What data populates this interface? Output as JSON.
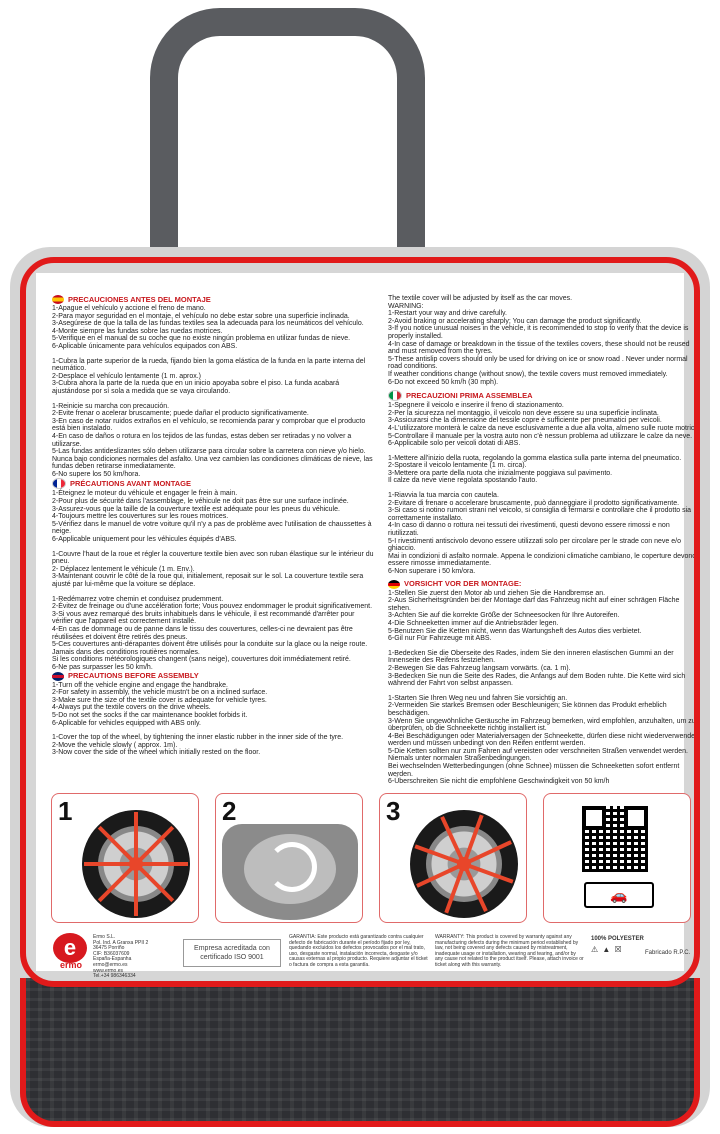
{
  "es": {
    "title": "PRECAUCIONES ANTES DEL MONTAJE",
    "a": "1-Apague el vehículo y accione el freno de mano.\n2-Para mayor seguridad en el montaje, el vehículo no debe estar sobre una superficie inclinada.\n3-Asegúrese de que la talla de las fundas textiles sea la adecuada para los neumáticos del vehículo.\n4-Monte siempre las fundas sobre las ruedas motrices.\n5-Verifique en el manual de su coche que no existe ningún problema en utilizar fundas de nieve.\n6-Aplicable únicamente para vehículos equipados con ABS.",
    "b": "1-Cubra la parte superior de la rueda, fijando bien la goma elástica de la funda en la parte interna del neumático.\n2-Desplace el vehículo lentamente (1 m. aprox.)\n3-Cubra ahora la parte de la rueda que en un inicio apoyaba sobre el piso. La funda acabará ajustándose por sí sola a medida que se vaya circulando.",
    "c": "1-Reinicie su marcha con precaución.\n2-Evite frenar o acelerar bruscamente; puede dañar el producto significativamente.\n3-En caso de notar ruidos extraños en el vehículo, se recomienda parar y comprobar que el producto está bien instalado.\n4-En caso de daños o rotura en los tejidos de las fundas, estas deben ser retiradas y no volver a utilizarse.\n5-Las fundas antideslizantes sólo deben utilizarse para circular sobre la carretera con nieve y/o hielo. Nunca bajo condiciones normales del asfalto. Una vez cambien las condiciones climáticas de nieve, las fundas deben retirarse inmediatamente.\n6-No supere los 50 km/hora."
  },
  "fr": {
    "title": "PRÉCAUTIONS AVANT MONTAGE",
    "a": "1-Éteignez le moteur du véhicule et engager le frein à main.\n2-Pour plus de sécurité dans l'assemblage, le véhicule ne doit pas être sur une surface inclinée.\n3-Assurez-vous que la taille de la couverture textile est adéquate pour les pneus du véhicule.\n4-Toujours mettre les couvertures sur les roues motrices.\n5-Vérifiez dans le manuel de votre voiture qu'il n'y a pas de problème avec l'utilisation de chaussettes à neige.\n6-Applicable uniquement pour les véhicules équipés d'ABS.",
    "b": "1-Couvre l'haut de la roue et régler la couverture textile bien avec son ruban élastique sur le intérieur du pneu.\n2- Déplacez lentement le véhicule (1 m. Env.).\n3-Maintenant couvrir le côté de la roue qui, initialement, reposait sur le sol. La couverture textile sera ajusté par lui-même que la voiture se déplace.",
    "c": "1-Redémarrez votre chemin et conduisez prudemment.\n2-Évitez de freinage ou d'une accélération forte; Vous pouvez endommager le produit significativement.\n3-Si vous avez remarqué des bruits inhabituels dans le véhicule, il est recommandé d'arrêter pour vérifier que l'appareil est correctement installé.\n4-En cas de dommage ou de panne dans le tissu des couvertures, celles-ci ne devraient pas être réutilisées et doivent être retirés des pneus.\n5-Ces couvertures anti-dérapantes doivent être utilisés pour la conduite sur la glace ou la neige route. Jamais dans des conditions routières normales.\nSi les conditions météorologiques changent (sans neige), couvertures doit immédiatement retiré.\n6-Ne pas surpasser les 50 km/h."
  },
  "en": {
    "title": "PRECAUTIONS BEFORE ASSEMBLY",
    "a": "1-Turn off the vehicle engine and engage the handbrake.\n2-For safety in assembly, the vehicle mustn't be on a inclined surface.\n3-Make sure the size of the textile cover is adequate for vehicle tyres.\n4-Always put the textile covers on the drive wheels.\n5-Do not set the socks if the car maintenance booklet forbids it.\n6-Aplicable for vehicles equipped with ABS only.",
    "b": "1-Cover the top of the wheel, by tightening the inner elastic rubber in the inner side of the tyre.\n2-Move the vehicle slowly ( approx. 1m).\n3-Now cover the side of the wheel which initially rested on the floor.",
    "c": "The textile cover will be adjusted by itself as the car moves.\nWARNING:\n1-Restart your way and drive carefully.\n2-Avoid braking or accelerating sharply; You can damage the product significantly.\n3-If you notice unusual noises in the vehicle, it is recommended to stop to verify that the device is properly installed.\n4-In case of damage or breakdown in the tissue of the textiles covers, these should not be reused and must removed from the tyres.\n5-These antislip covers should only be used for driving on ice or snow road . Never under normal road conditions.\nIf weather conditions change (without snow), the textile covers must removed immediately.\n6-Do not exceed 50 km/h (30 mph)."
  },
  "it": {
    "title": "PRECAUZIONI PRIMA ASSEMBLEA",
    "a": "1-Spegnere il veicolo e inserire il freno di stazionamento.\n2-Per la sicurezza nel montaggio, il veicolo non deve essere su una superficie inclinata.\n3-Assicurarsi che la dimensione del tessile copre è sufficiente per pneumatici per veicoli.\n4-L'utilizzatore monterà le calze da neve esclusivamente a due alla volta, almeno sulle ruote motrici.\n5-Controllare il manuale per la vostra auto non c'è nessun problema ad utilizzare le calze da neve.\n6-Applicabile solo per veicoli dotati di ABS.",
    "b": "1-Mettere all'inizio della ruota, regolando la gomma elastica sulla parte interna del pneumatico.\n2-Spostare il veicolo lentamente (1 m. circa).\n3-Mettere ora parte della ruota che inizialmente poggiava sul pavimento.\nIl calze da neve viene regolata spostando l'auto.",
    "c": "1-Riavvia la tua marcia con cautela.\n2-Evitare di frenare o accelerare bruscamente, può danneggiare il prodotto significativamente.\n3-Si caso si notino rumori strani nel veicolo, si consiglia di fermarsi e controllare che il prodotto sia correttamente installato.\n4-In caso di danno o rottura nei tessuti dei rivestimenti, questi devono essere rimossi e non riutilizzati.\n5-I rivestimenti antiscivolo devono essere utilizzati solo per circolare per le strade con neve e/o ghiaccio.\nMai in condizioni di asfalto normale. Appena le condizioni climatiche cambiano, le coperture devono essere rimosse immediatamente.\n6-Non superare i 50 km/ora."
  },
  "de": {
    "title": "VORSICHT VOR DER MONTAGE:",
    "a": "1-Stellen Sie zuerst den Motor ab und ziehen Sie die Handbremse an.\n2-Aus Sicherheitsgründen bei der Montage darf das Fahrzeug nicht auf einer schrägen Fläche stehen.\n3-Achten Sie auf die korrekte Größe der Schneesocken für Ihre Autoreifen.\n4-Die Schneeketten immer auf die Antriebsräder legen.\n5-Benutzen Sie die Ketten nicht, wenn das Wartungsheft des Autos dies verbietet.\n6-Gil nur Für Fahrzeuge mit ABS.",
    "b": "1-Bedecken Sie die Oberseite des Rades, indem Sie den inneren elastischen Gummi an der Innenseite des Reifens festziehen.\n2-Bewegen Sie das Fahrzeug langsam vorwärts. (ca. 1 m).\n3-Bedecken Sie nun die Seite des Rades, die Anfangs auf dem Boden ruhte. Die Kette wird sich während der Fahrt von selbst anpassen.",
    "c": "1-Starten Sie Ihren Weg neu und fahren Sie vorsichtig an.\n2-Vermeiden Sie starkes Bremsen oder Beschleunigen; Sie können das Produkt erheblich beschädigen.\n3-Wenn Sie ungewöhnliche Geräusche im Fahrzeug bemerken, wird empfohlen, anzuhalten, um zu überprüfen, ob die Schneekette richtig installiert ist.\n4-Bei Beschädigungen oder Materialversagen der Schneekette, dürfen diese nicht wiederverwendet werden und müssen unbedingt von den Reifen entfernt werden.\n5-Die Ketten sollten nur zum Fahren auf vereisten oder verschneiten Straßen verwendet werden. Niemals unter normalen Straßenbedingungen.\nBei wechselnden Wetterbedingungen (ohne Schnee) müssen die Schneeketten sofort entfernt werden.\n6-Überschreiten Sie nicht die empfohlene Geschwindigkeit von 50 km/h"
  },
  "steps": {
    "s1": "1",
    "s2": "2",
    "s3": "3"
  },
  "footer": {
    "logo_letter": "e",
    "logo_word": "ermo",
    "address": "Ermo S.L.\nPol. Ind. A Granxa PPII 2\n36475 Porriño\nCIF: B36037609\nEspaña-Espanha\nermo@ermo.es\nwww.ermo.es\nTel.+34 986346334",
    "cert": "Empresa acreditada con certificado ISO 9001",
    "guarantee": "GARANTIA: Este producto está garantizado contra cualquier defecto de fabricación durante el período fijado por ley, quedando excluidos los defectos provocados por el mal trato, uso, desgaste normal, instalación incorrecta, desgaste y/o causas externas al propio producto. Requiere adjuntar el ticket o factura de compra a esta garantía.",
    "warranty": "WARRANTY: This product is covered by warranty against any manufacturing defects during the minimum period established by law, not being covered any defects caused by mistreatment, inadequate usage or installation, wearing and tearing, and/or by any cause not related to the product itself. Please, attach invoice or ticket along with this warranty.",
    "polyester": "100% POLYESTER",
    "made": "Fabricado R.P.C."
  }
}
